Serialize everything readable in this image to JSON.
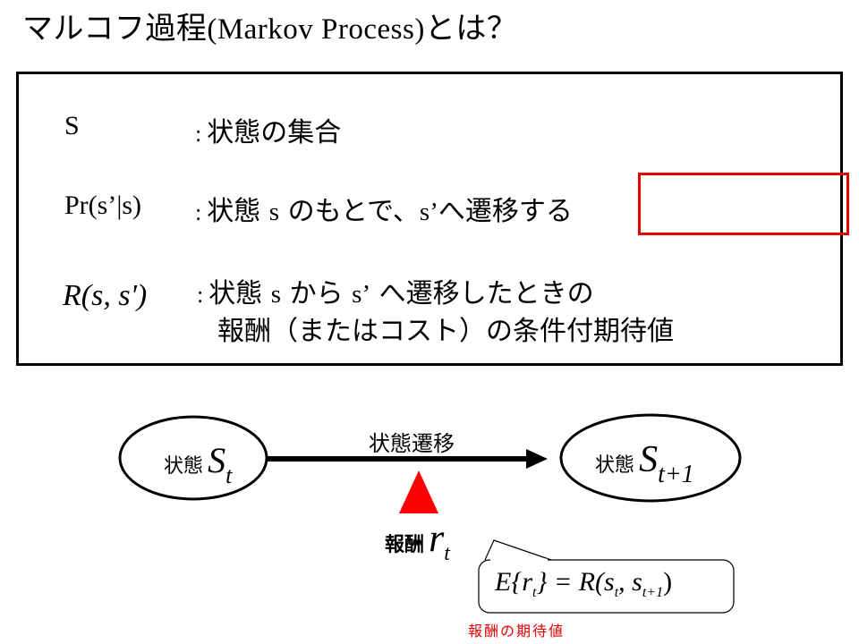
{
  "title": {
    "prefix": "マルコフ過程",
    "latin": "(Markov Process)",
    "suffix": "とは？"
  },
  "definitions": [
    {
      "symbol": "S",
      "colon": ":",
      "text_a": "状態の集合"
    },
    {
      "symbol": "Pr(s’|s)",
      "colon": ":",
      "text_a": "状態 ",
      "var1": "s",
      "text_b": " のもとで、",
      "var2": "s’",
      "text_c": "へ遷移する"
    },
    {
      "symbol_fn": "R",
      "symbol_args": "(s, s')",
      "colon": ":",
      "text_a": "状態 ",
      "var1": "s",
      "text_b": " から ",
      "var2": "s’",
      "text_c": " へ遷移したときの",
      "line2": "報酬（またはコスト）の条件付期待値"
    }
  ],
  "diagram": {
    "state_label": "状態",
    "state_left_var": "S",
    "state_left_sub": "t",
    "state_right_var": "S",
    "state_right_sub": "t+1",
    "transition_label": "状態遷移",
    "reward_label": "報酬",
    "reward_var": "r",
    "reward_sub": "t",
    "callout_equation": {
      "lhs": "E{r",
      "lhs_sub": "t",
      "mid": "} = R(s",
      "s_sub1": "t",
      "comma": ", s",
      "s_sub2": "t+1",
      "end": ")"
    },
    "callout_note": "報酬の期待値"
  },
  "colors": {
    "accent_red": "#e60000",
    "triangle": "#ff0000",
    "text": "#000000"
  }
}
